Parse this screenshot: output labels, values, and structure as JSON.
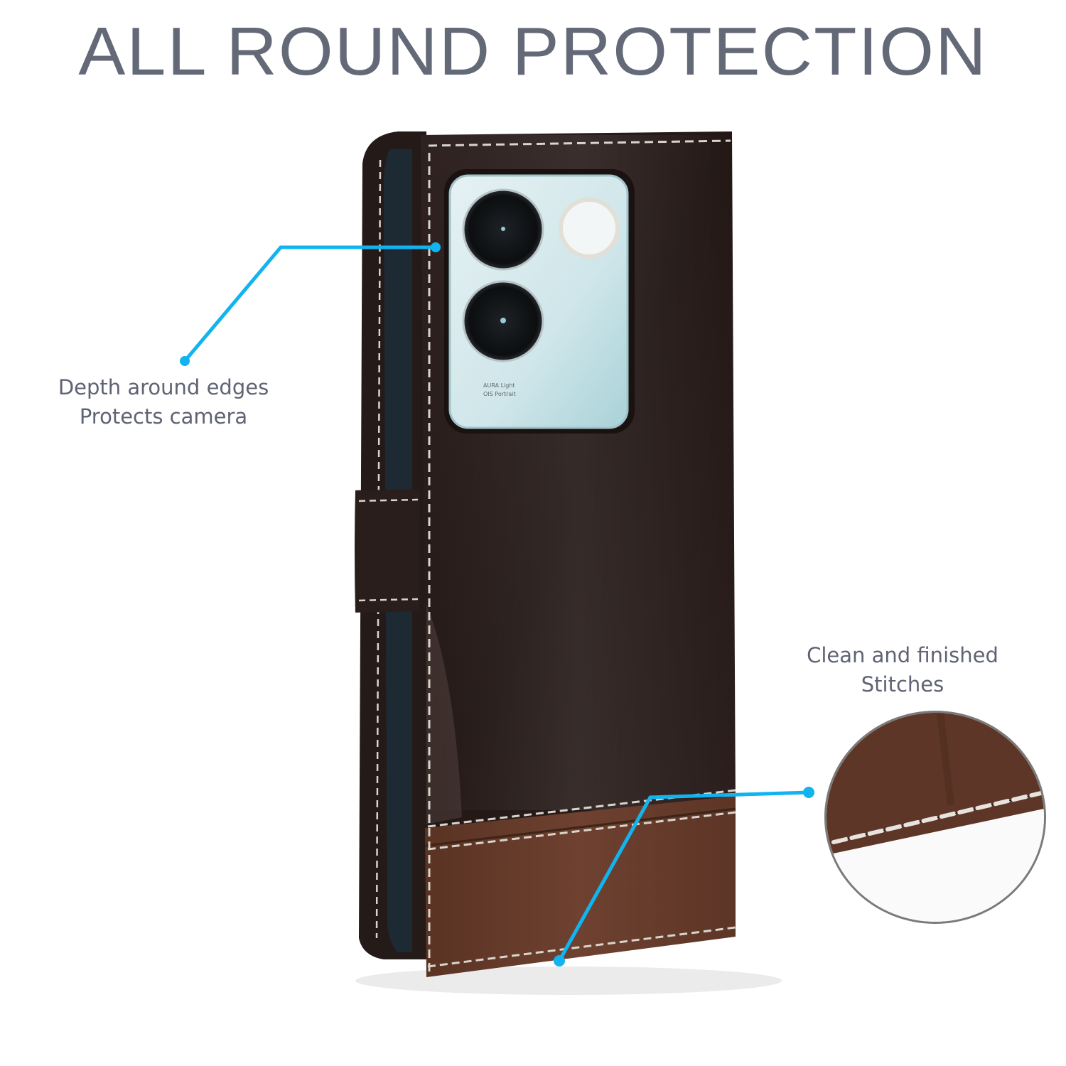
{
  "header": {
    "title": "ALL ROUND PROTECTION"
  },
  "callouts": [
    {
      "id": "edges",
      "lines": [
        "Depth around edges",
        "Protects camera"
      ]
    },
    {
      "id": "stitches",
      "lines": [
        "Clean and finished",
        "Stitches"
      ]
    }
  ],
  "product": {
    "camera_text": [
      "AURA Light",
      "OIS Portrait"
    ]
  },
  "colors": {
    "title": "#646978",
    "label": "#5f6373",
    "accent": "#12b4f0",
    "leather_dark": "#2e2120",
    "leather_brown": "#6b3e2c",
    "stitch": "#d9d4cc",
    "camera_glass": "#c9e3e6",
    "zoom_circle_border": "#7a7a7a"
  }
}
